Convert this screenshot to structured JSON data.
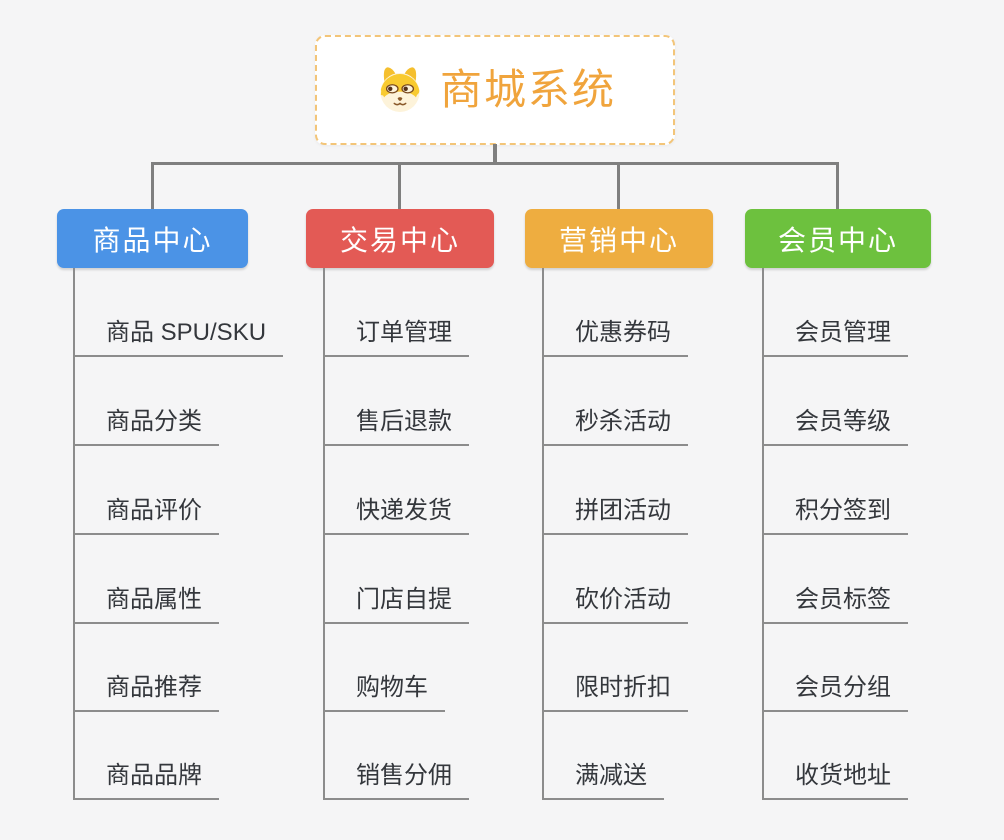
{
  "page": {
    "background_color": "#f5f5f6",
    "connector_color": "#7f7f7f",
    "leaf_line_color": "#8c8c8c",
    "leaf_text_color": "#34373c"
  },
  "root": {
    "title": "商城系统",
    "icon": "dog-face-icon",
    "text_color": "#f0a43c",
    "border_color": "#f3c579",
    "background": "#ffffff"
  },
  "branches": [
    {
      "label": "商品中心",
      "color": "#4b93e6",
      "items": [
        "商品 SPU/SKU",
        "商品分类",
        "商品评价",
        "商品属性",
        "商品推荐",
        "商品品牌"
      ]
    },
    {
      "label": "交易中心",
      "color": "#e35a55",
      "items": [
        "订单管理",
        "售后退款",
        "快递发货",
        "门店自提",
        "购物车",
        "销售分佣"
      ]
    },
    {
      "label": "营销中心",
      "color": "#eead40",
      "items": [
        "优惠券码",
        "秒杀活动",
        "拼团活动",
        "砍价活动",
        "限时折扣",
        "满减送"
      ]
    },
    {
      "label": "会员中心",
      "color": "#6dc13e",
      "items": [
        "会员管理",
        "会员等级",
        "积分签到",
        "会员标签",
        "会员分组",
        "收货地址"
      ]
    }
  ]
}
